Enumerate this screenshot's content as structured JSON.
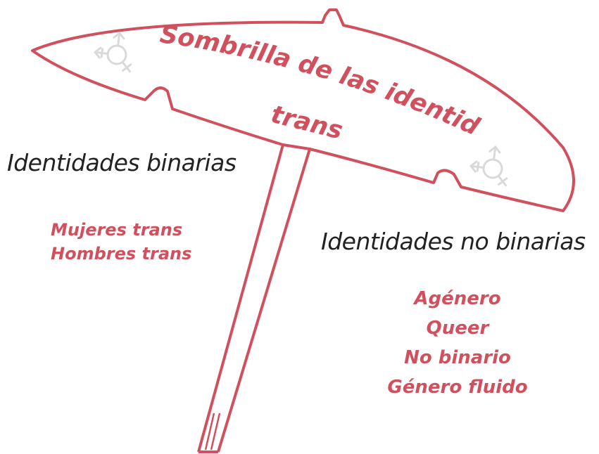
{
  "umbrella": {
    "title_line1": "Sombrilla de las identidades",
    "title_line2": "trans",
    "symbol_icon": "transgender-symbol-icon"
  },
  "binary": {
    "heading": "Identidades binarias",
    "items": [
      "Mujeres trans",
      "Hombres trans"
    ]
  },
  "nonbinary": {
    "heading": "Identidades no binarias",
    "items": [
      "Agénero",
      "Queer",
      "No binario",
      "Género fluido"
    ]
  },
  "colors": {
    "accent": "#d1505e",
    "text": "#222222",
    "icon": "#d9d9d9"
  }
}
